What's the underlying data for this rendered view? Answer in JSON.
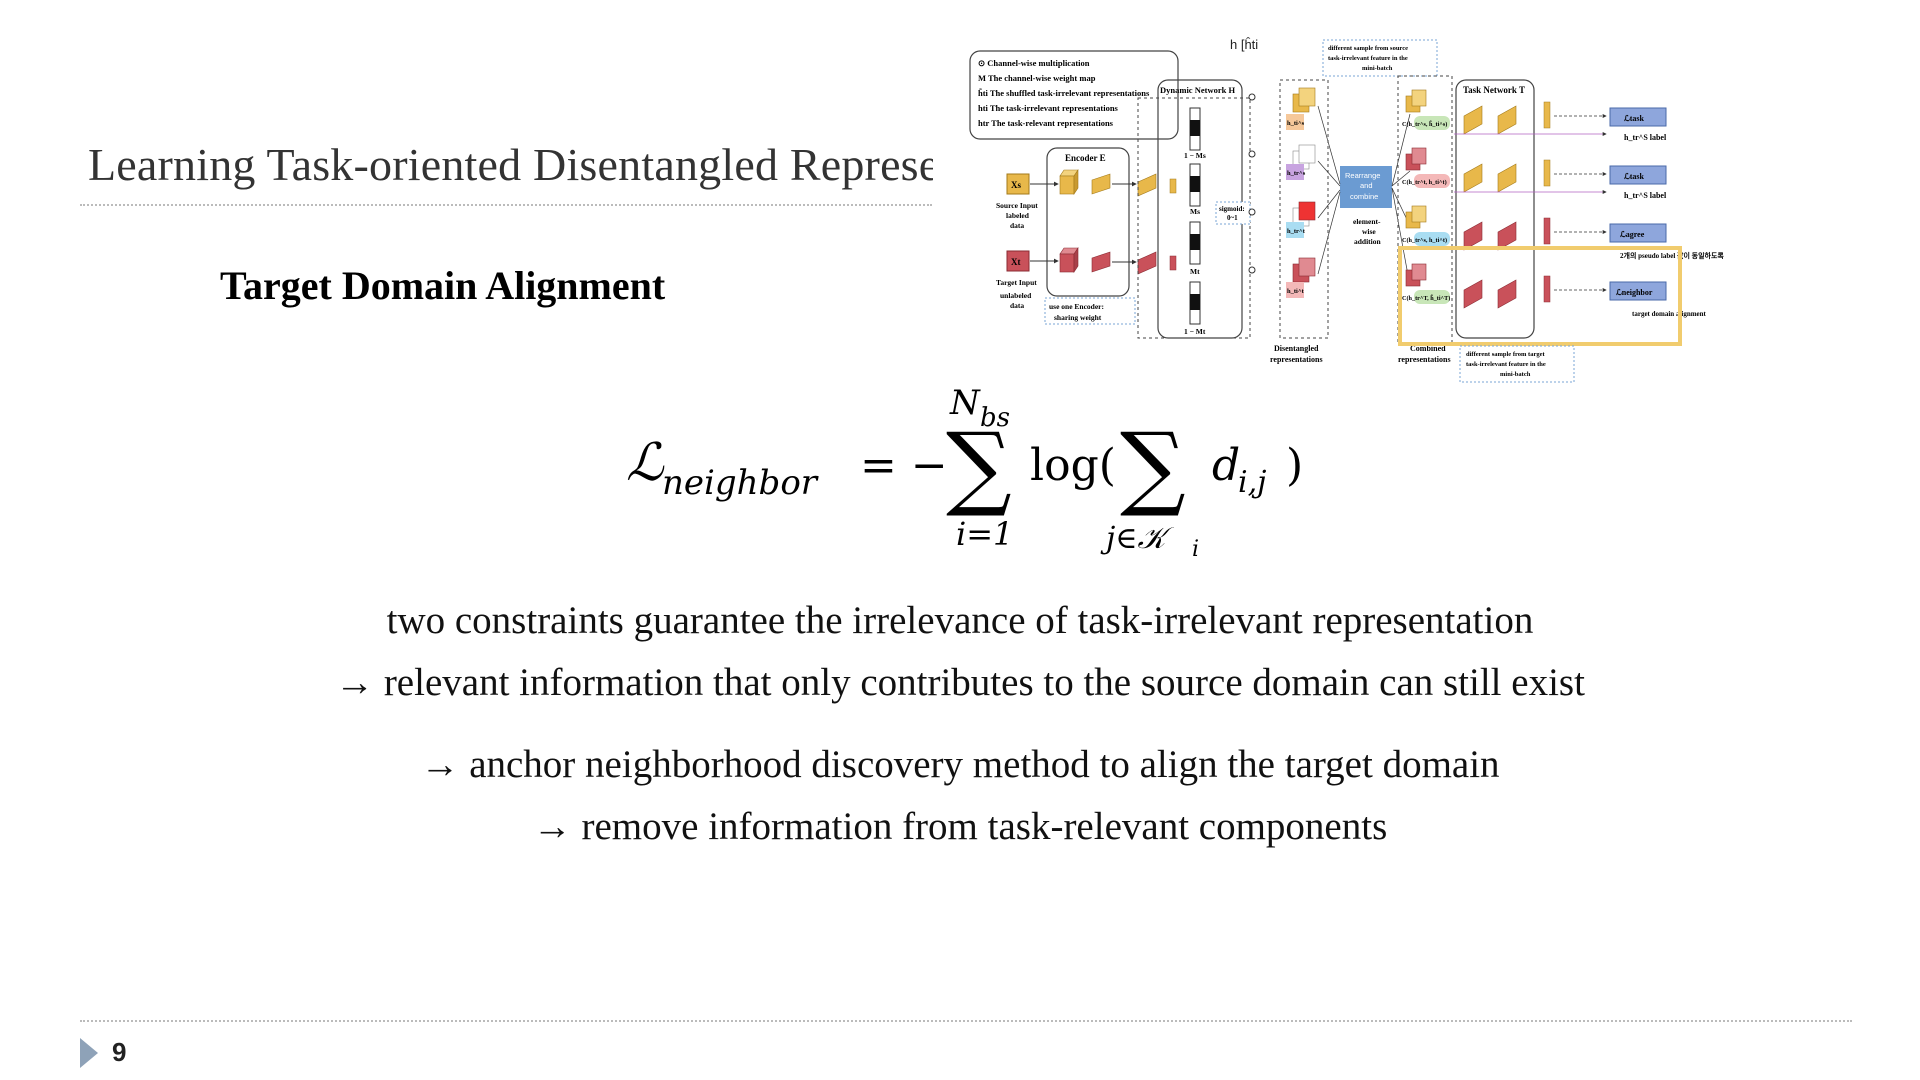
{
  "slide": {
    "title": "Learning Task-oriented Disentangled Represe",
    "subtitle": "Target Domain Alignment",
    "page_number": "9"
  },
  "formula": {
    "lhs": "ℒ",
    "lhs_sub": "neighbor",
    "eq": "= −",
    "sum_upper": "N",
    "sum_upper_sub": "bs",
    "sum_lower": "i=1",
    "log": "log(",
    "inner_lower": "j∈𝒦",
    "inner_lower_sub": "i",
    "term": "d",
    "term_sub": "i,j",
    "close": ")"
  },
  "body": {
    "line1": "two constraints guarantee the irrelevance of task-irrelevant representation",
    "line2": "→ relevant information that only contributes to the source domain can still exist",
    "line3": "→ anchor neighborhood discovery method to align the target domain",
    "line4": "→ remove information from task-relevant components"
  },
  "figure": {
    "legend": {
      "l1": "⊙  Channel-wise multiplication",
      "l2": "M   The channel-wise weight map",
      "l3": "h̃ti  The shuffled task-irrelevant representations",
      "l4": "hti  The task-irrelevant representations",
      "l5": "htr  The task-relevant representations"
    },
    "encoder_label": "Encoder E",
    "dynamic_label": "Dynamic Network H",
    "task_label": "Task Network T",
    "top_handwriting": "h [ĥti",
    "source_input": "Xs",
    "source_caption": [
      "Source Input",
      "labeled",
      "data"
    ],
    "target_input": "Xt",
    "target_caption": [
      "Target Input",
      "unlabeled",
      "data"
    ],
    "encoder_note": [
      "use one Encoder:",
      "sharing weight"
    ],
    "mask_labels": [
      "1 − Ms",
      "Ms",
      "Mt",
      "1 − Mt"
    ],
    "sigmoid_note": [
      "sigmoid:",
      "0~1"
    ],
    "rep_labels": [
      "h_ti^s",
      "h_tr^s",
      "h_tr^t",
      "h_ti^t"
    ],
    "disentangled_caption": [
      "Disentangled",
      "representations"
    ],
    "rearrange": [
      "Rearrange",
      "and",
      "combine"
    ],
    "elementwise": [
      "element-",
      "wise",
      "addition"
    ],
    "combine_labels": [
      "C(h_tr^s, h̃_ti^s)",
      "C(h_tr^t, h_ti^t)",
      "C(h_tr^s, h_ti^t)",
      "C(h_tr^T, h̃_ti^T)"
    ],
    "combined_caption": [
      "Combined",
      "representations"
    ],
    "note_source": [
      "different sample from source",
      "task-irrelevant feature in the",
      "mini-batch"
    ],
    "note_target": [
      "different sample from target",
      "task-irrelevant feature in the",
      "mini-batch"
    ],
    "loss_labels": [
      "ℒtask",
      "ℒtask",
      "ℒagree",
      "ℒneighbor"
    ],
    "side_labels": [
      "h_tr^S label",
      "h_tr^S label",
      "2개의 pseudo label 값이 동일하도록",
      "target domain alignment"
    ],
    "colors": {
      "source": "#e8b84a",
      "target": "#c9515a",
      "rearrange": "#6b9bd2",
      "loss_box": "#8ea6dc",
      "highlight": "#f1cc6e"
    }
  }
}
